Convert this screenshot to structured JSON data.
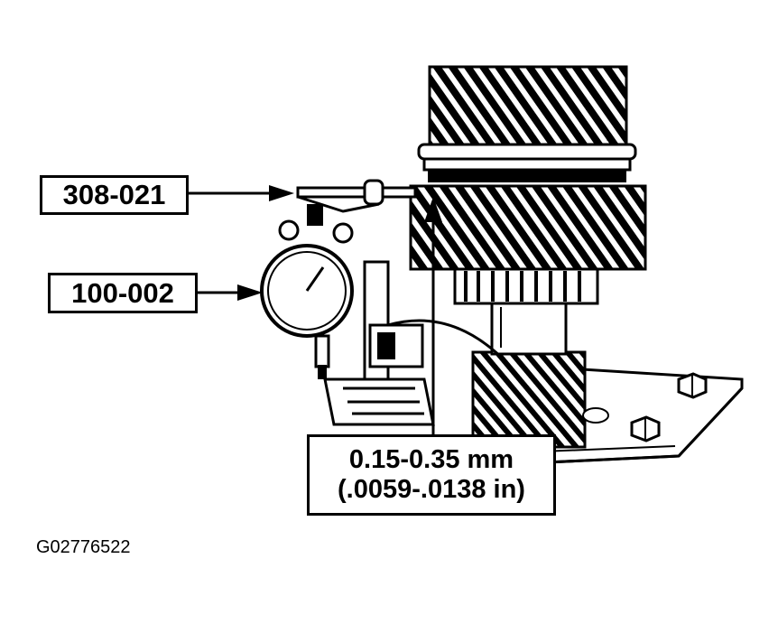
{
  "callouts": {
    "tool_308": "308-021",
    "tool_100": "100-002",
    "clearance_metric": "0.15-0.35 mm",
    "clearance_imperial": "(.0059-.0138 in)"
  },
  "figure_id": "G02776522",
  "colors": {
    "ink": "#000000",
    "paper": "#ffffff"
  }
}
